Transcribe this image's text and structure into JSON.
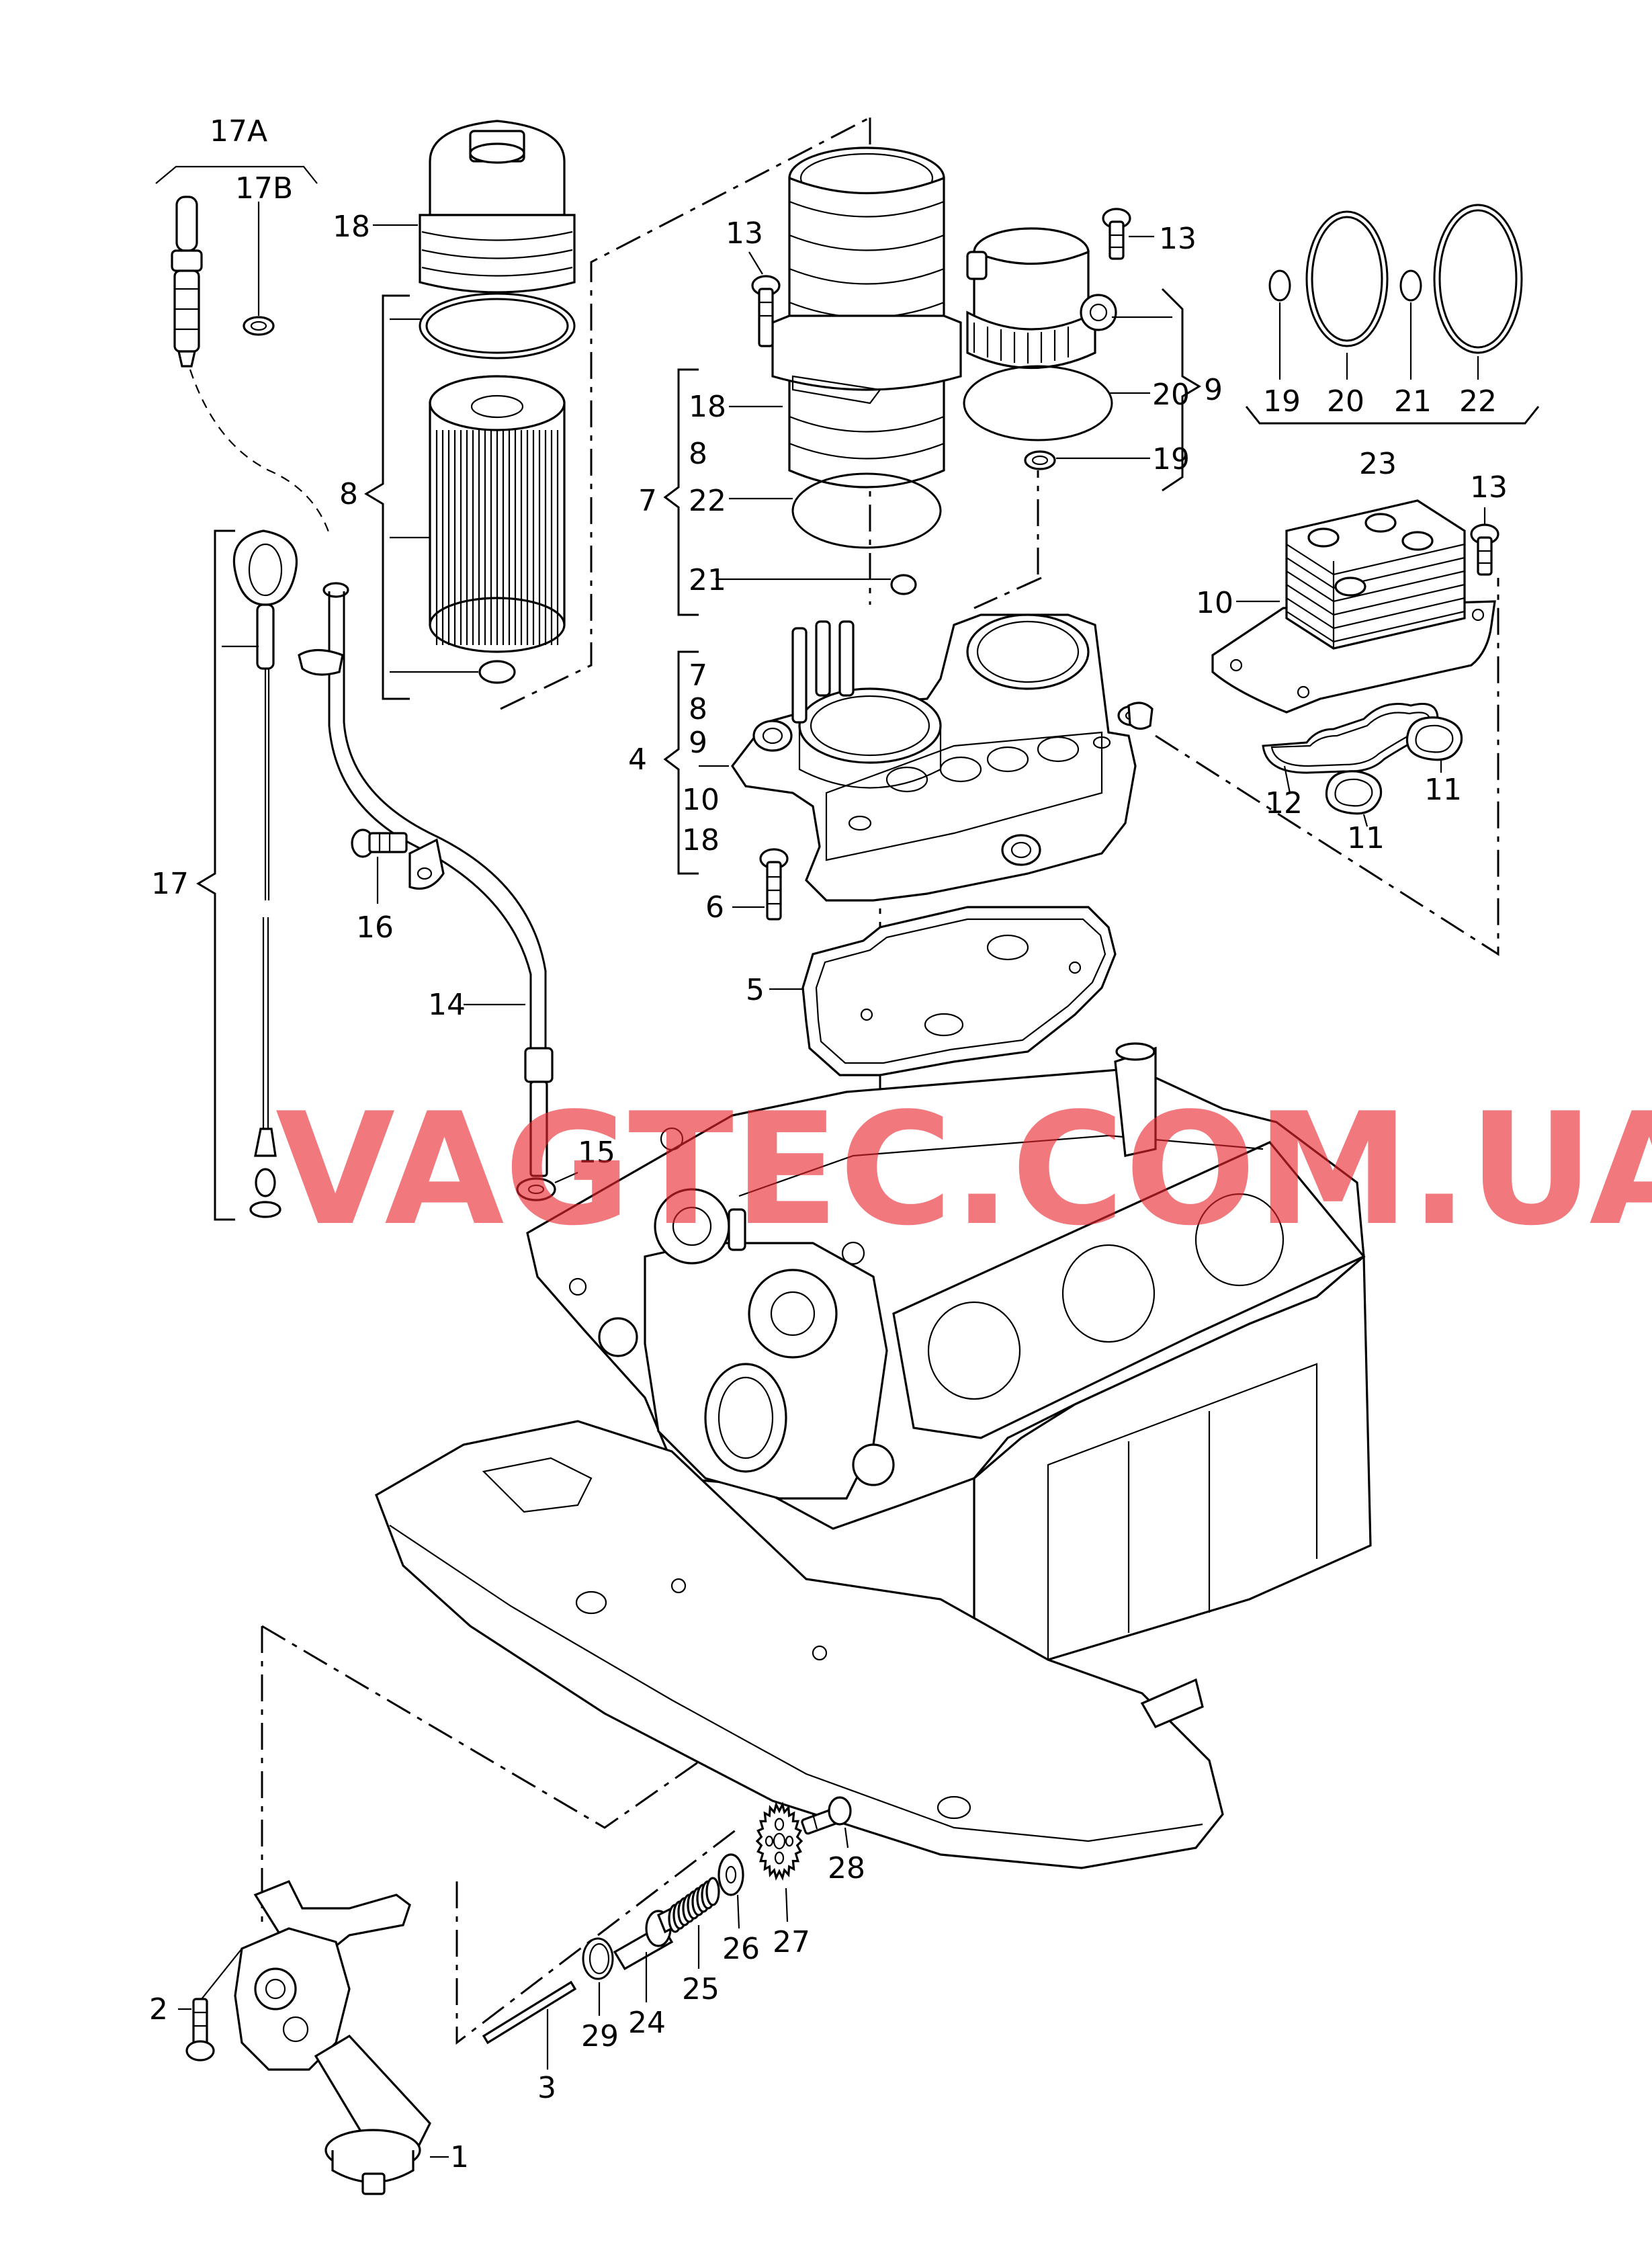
{
  "watermark": "VAGTEC.COM.UA",
  "colors": {
    "watermark": "#e8262d",
    "line": "#000000",
    "background": "#ffffff"
  },
  "labels": {
    "l1": "1",
    "l2": "2",
    "l3": "3",
    "l4": "4",
    "l5": "5",
    "l6": "6",
    "l7a": "7",
    "l8a": "8",
    "l7b": "7",
    "l8b": "8",
    "l9a": "9",
    "l10b": "10",
    "l18b": "18",
    "l9": "9",
    "l10": "10",
    "l11a": "11",
    "l11b": "11",
    "l12": "12",
    "l13a": "13",
    "l13b": "13",
    "l13c": "13",
    "l14": "14",
    "l15": "15",
    "l16": "16",
    "l17": "17",
    "l17A": "17A",
    "l17B": "17B",
    "l18a": "18",
    "l18c": "18",
    "l8": "8",
    "l19a": "19",
    "l19b": "19",
    "l20a": "20",
    "l20b": "20",
    "l21a": "21",
    "l21b": "21",
    "l22a": "22",
    "l22b": "22",
    "l23": "23",
    "l24": "24",
    "l25": "25",
    "l26": "26",
    "l27": "27",
    "l28": "28",
    "l29": "29"
  }
}
